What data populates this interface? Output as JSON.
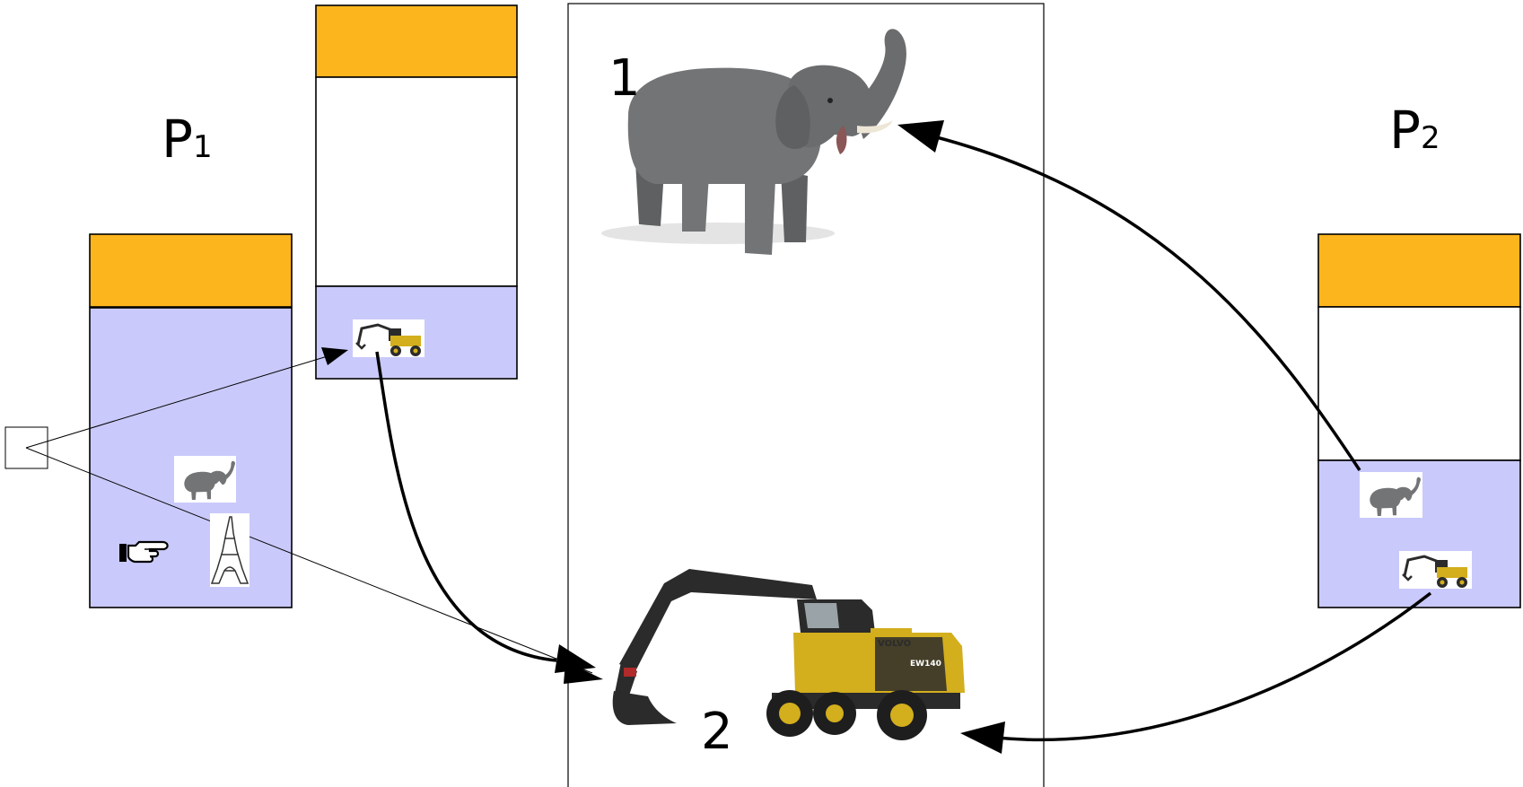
{
  "colors": {
    "header": "#FDB51D",
    "memory": "#C9C9FB",
    "stroke": "#000000",
    "elephant": "#727476",
    "elephant_dark": "#55575A",
    "tusk": "#EDE6D6",
    "excavator_yellow": "#D3AE1D",
    "excavator_dark": "#2B2B2B"
  },
  "labels": {
    "p1_letter": "P",
    "p1_sub": "1",
    "p2_letter": "P",
    "p2_sub": "2",
    "object_1": "1",
    "object_2": "2",
    "brand": "VOLVO",
    "model": "EW140"
  },
  "icons": {
    "pointer": "pointing-hand-icon",
    "elephant": "elephant-icon",
    "excavator": "excavator-icon",
    "tower": "eiffel-tower-icon"
  }
}
